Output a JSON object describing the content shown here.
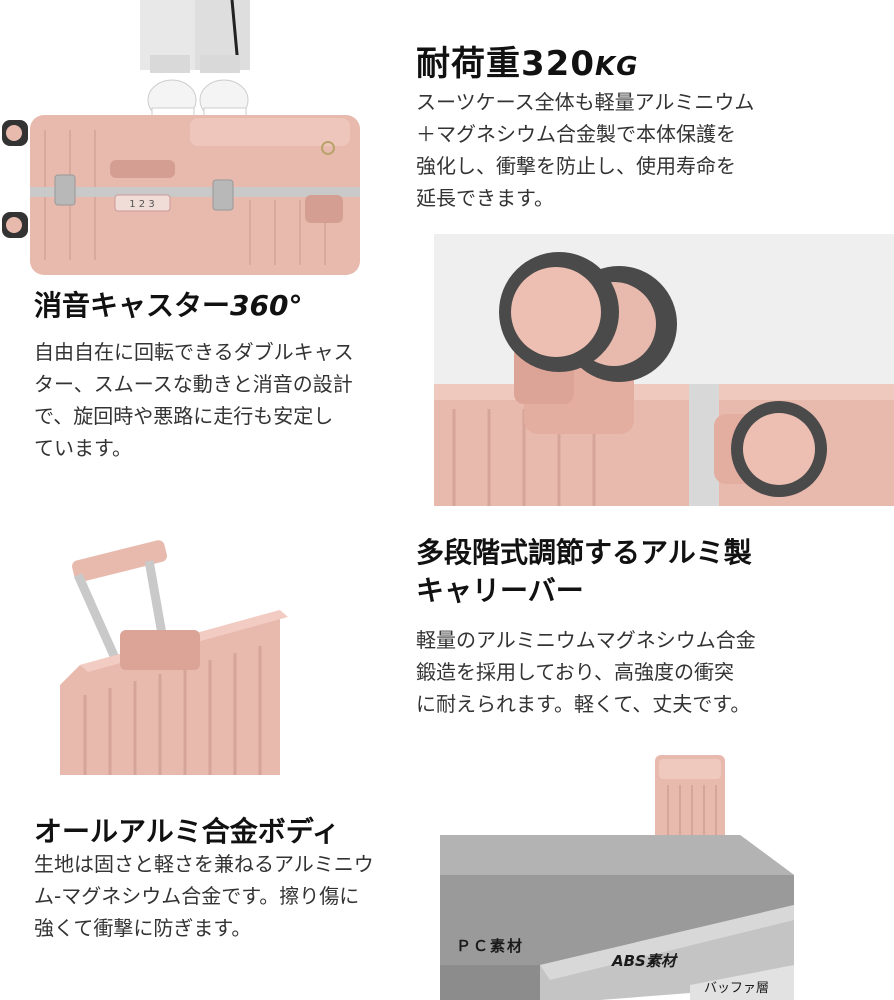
{
  "section1": {
    "title_main": "耐荷重320",
    "title_unit": "KG",
    "description": "スーツケース全体も軽量アルミニウム\n＋マグネシウム合金製で本体保護を\n強化し、衝撃を防止し、使用寿命を\n延長できます。",
    "lock_text": "1 2 3"
  },
  "section2": {
    "title_main": "消音キャスター",
    "title_num": "360°",
    "description": "自由自在に回転できるダブルキャス\nター、スムースな動きと消音の設計\nで、旋回時や悪路に走行も安定し\nています。"
  },
  "section3": {
    "title_line1": "多段階式調節するアルミ製",
    "title_line2": "キャリーバー",
    "description": "軽量のアルミニウムマグネシウム合金\n鍛造を採用しており、高強度の衝突\nに耐えられます。軽くて、丈夫です。"
  },
  "section4": {
    "title": "オールアルミ合金ボディ",
    "description": "生地は固さと軽さを兼ねるアルミニウ\nム-マグネシウム合金です。擦り傷に\n強くて衝撃に防ぎます。"
  },
  "layers": {
    "pc": "ＰＣ素材",
    "abs": "ABS素材",
    "buffer": "バッファ層"
  },
  "colors": {
    "suitcase_pink": "#e8b9ad",
    "suitcase_pink_dark": "#d49f92",
    "wheel_dark": "#4a4a4a",
    "aluminum": "#c9c9c9"
  }
}
